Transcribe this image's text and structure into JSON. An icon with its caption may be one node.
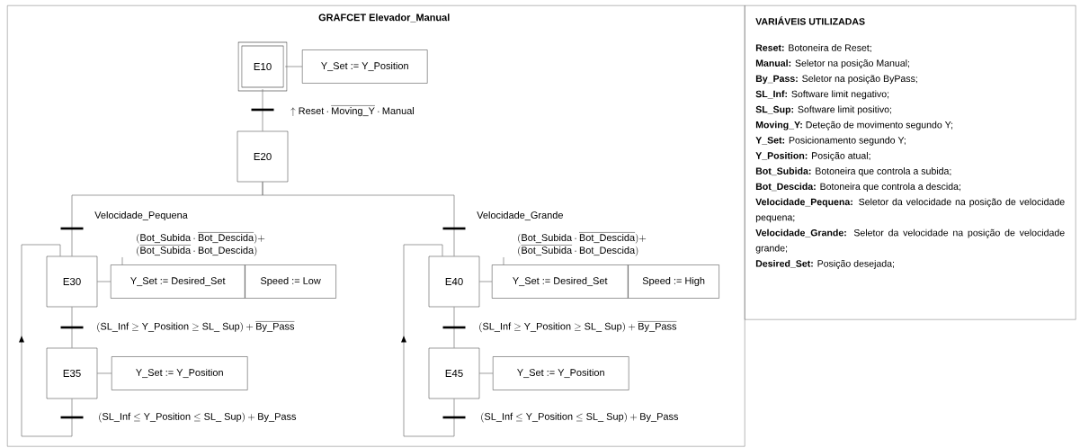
{
  "diagram": {
    "nodes": [
      {
        "text": [
          "GRAFCET Elevador_Manual"
        ]
      },
      {
        "text": [
          "E10"
        ],
        "in": 0
      },
      {
        "text": [
          "Y_Set := Y_Position"
        ],
        "in": 0
      },
      {
        "text": [
          "E20"
        ],
        "in": 0
      },
      {
        "text": [
          "\\begin{array}{l}(\\text{Bot\\_Subida}\\cdot\\overline{\\text{Bot\\_Descida}})+\\\\(\\overline{\\text{Bot\\_Subida}}\\cdot\\text{Bot\\_Descida})\\end{array}"
        ],
        "in": 0
      },
      {
        "text": [
          "E30"
        ],
        "in": 0
      },
      {
        "text": [
          "Y_Set := Desired_Set"
        ],
        "in": 0
      },
      {
        "text": [
          "Speed := Low"
        ],
        "in": 0
      },
      {
        "text": [
          "E35"
        ],
        "in": 0
      },
      {
        "text": [
          "Y_Set := Y_Position"
        ],
        "in": 0
      },
      {
        "text": [
          "\\begin{array}{l}(\\text{Bot\\_Subida}\\cdot\\overline{\\text{Bot\\_Descida}})+\\\\(\\overline{\\text{Bot\\_Subida}}\\cdot\\text{Bot\\_Descida})\\end{array}"
        ],
        "in": 0
      },
      {
        "text": [
          "E40"
        ],
        "in": 0
      },
      {
        "text": [
          "Y_Set := Desired_Set"
        ],
        "in": 0
      },
      {
        "text": [
          "Speed := High"
        ],
        "in": 0
      },
      {
        "text": [
          "E45"
        ],
        "in": 0
      },
      {
        "text": [
          "Y_Set := Y_Position"
        ],
        "in": 0
      },
      {
        "text": [
          "VARIÁVEIS UTILIZADAS",
          "**Reset:** Botoneira de Reset;",
          "**Manual:** Seletor na posição Manual;",
          "**By_Pass:** Seletor na posição ByPass;",
          "**SL_Inf:** Software limit negativo;",
          "**SL_Sup:** Software limit positivo;",
          "**Moving_Y:** Deteção de movimento segundo Y;",
          "**Y_Set:** Posicionamento segundo Y;",
          "**Y_Position:** Posição atual;",
          "**Bot_Subida:** Botoneira que controla a subida;",
          "**Bot_Descida:** Botoneira que controla a descida;",
          "**Velocidade_Pequena:** Seletor da velocidade na posição de velocidade pequena;",
          "**Velocidade_Grande:** Seletor da velocidade na posição de velocidade grande;",
          "**Desired_Set:** Posição desejada;"
        ]
      }
    ],
    "edges": [
      {
        "from": 1,
        "to": 2,
        "arrow": "none"
      },
      {
        "from": 1,
        "to": 3,
        "arrow": "none",
        "label": "\\uparrow\\text{Reset}\\cdot\\overline{\\text{Moving\\_Y}}\\cdot\\text{Manual}"
      },
      {
        "from": 3,
        "to": 5,
        "arrow": "none",
        "label": "\\text{Velocidade\\_Pequena}"
      },
      {
        "from": 3,
        "to": 11,
        "arrow": "none",
        "label": "\\text{Velocidade\\_Grande}"
      },
      {
        "from": 5,
        "to": 6,
        "arrow": "none"
      },
      {
        "from": 4,
        "to": 6,
        "arrow": "none"
      },
      {
        "from": 5,
        "to": 8,
        "arrow": "none",
        "label": "(\\text{SL\\_Inf}\\geq\\text{Y\\_Position}\\geq\\text{SL\\_ Sup})+\\overline{\\text{By\\_Pass}}"
      },
      {
        "from": 8,
        "to": 9,
        "arrow": "none"
      },
      {
        "from": 8,
        "to": 5,
        "arrow": "to",
        "label": "(\\text{SL\\_Inf}\\leq\\text{Y\\_Position}\\leq\\text{SL\\_ Sup})+\\text{By\\_Pass}"
      },
      {
        "from": 11,
        "to": 12,
        "arrow": "none"
      },
      {
        "from": 10,
        "to": 12,
        "arrow": "none"
      },
      {
        "from": 11,
        "to": 14,
        "arrow": "none",
        "label": "(\\text{SL\\_Inf}\\geq\\text{Y\\_Position}\\geq\\text{SL\\_ Sup})+\\overline{\\text{By\\_Pass}}"
      },
      {
        "from": 14,
        "to": 15,
        "arrow": "none"
      },
      {
        "from": 14,
        "to": 11,
        "arrow": "to",
        "label": "(\\text{SL\\_Inf}\\leq\\text{Y\\_Position}\\leq\\text{SL\\_ Sup})+\\text{By\\_Pass}"
      }
    ]
  }
}
